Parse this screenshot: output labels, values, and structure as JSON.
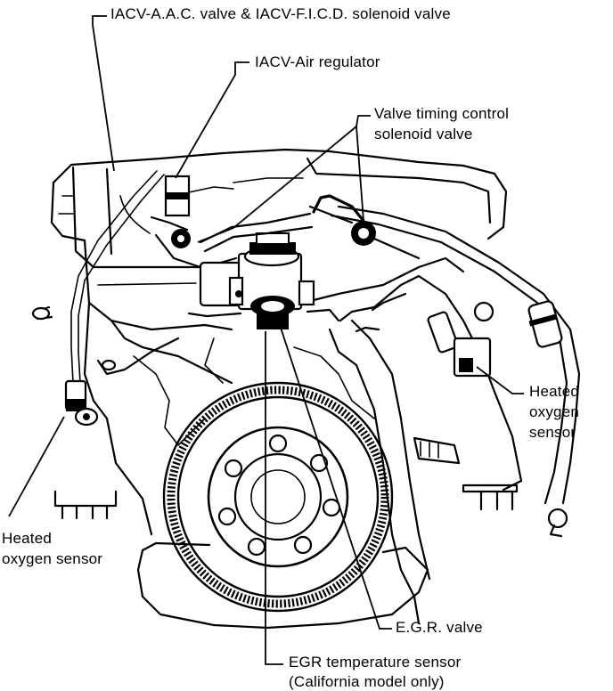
{
  "labels": {
    "iacv_aac": "IACV-A.A.C. valve & IACV-F.I.C.D. solenoid valve",
    "iacv_air_regulator": "IACV-Air regulator",
    "valve_timing_line1": "Valve timing control",
    "valve_timing_line2": "solenoid valve",
    "heated_o2_right_line1": "Heated",
    "heated_o2_right_line2": "oxygen",
    "heated_o2_right_line3": "sensor",
    "heated_o2_left_line1": "Heated",
    "heated_o2_left_line2": "oxygen sensor",
    "egr_valve": "E.G.R. valve",
    "egr_temp_line1": "EGR temperature sensor",
    "egr_temp_line2": "(California model only)"
  }
}
